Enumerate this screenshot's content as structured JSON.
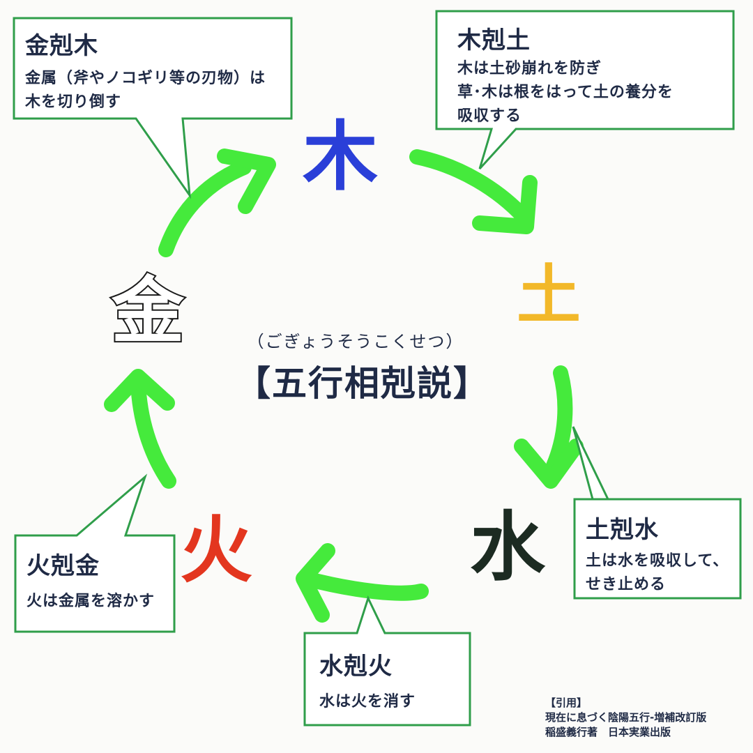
{
  "title_reading": "（ごぎょうそうこくせつ）",
  "title": "【五行相剋説】",
  "elements": {
    "wood": {
      "char": "木",
      "color": "#2a3fd8"
    },
    "earth": {
      "char": "土",
      "color": "#f2b829"
    },
    "water": {
      "char": "水",
      "color": "#1c2b22"
    },
    "fire": {
      "char": "火",
      "color": "#e3361f"
    },
    "metal": {
      "char": "金",
      "color": "#ffffff",
      "outline": "#1a1a1a"
    }
  },
  "colors": {
    "arrow": "#45ea3c",
    "border": "#2f9e4a",
    "text": "#1f2a45",
    "background": "#fbfbf9"
  },
  "callouts": {
    "metal_wood": {
      "title": "金剋木",
      "lines": [
        "金属（斧やノコギリ等の刃物）は",
        "木を切り倒す"
      ]
    },
    "wood_earth": {
      "title": "木剋土",
      "lines": [
        "木は土砂崩れを防ぎ",
        "草･木は根をはって土の養分を",
        "吸収する"
      ]
    },
    "earth_water": {
      "title": "土剋水",
      "lines": [
        "土は水を吸収して、",
        "せき止める"
      ]
    },
    "water_fire": {
      "title": "水剋火",
      "lines": [
        "水は火を消す"
      ]
    },
    "fire_metal": {
      "title": "火剋金",
      "lines": [
        "火は金属を溶かす"
      ]
    }
  },
  "citation": [
    "【引用】",
    "現在に息づく陰陽五行-増補改訂版",
    "稲盛義行著　日本実業出版"
  ]
}
